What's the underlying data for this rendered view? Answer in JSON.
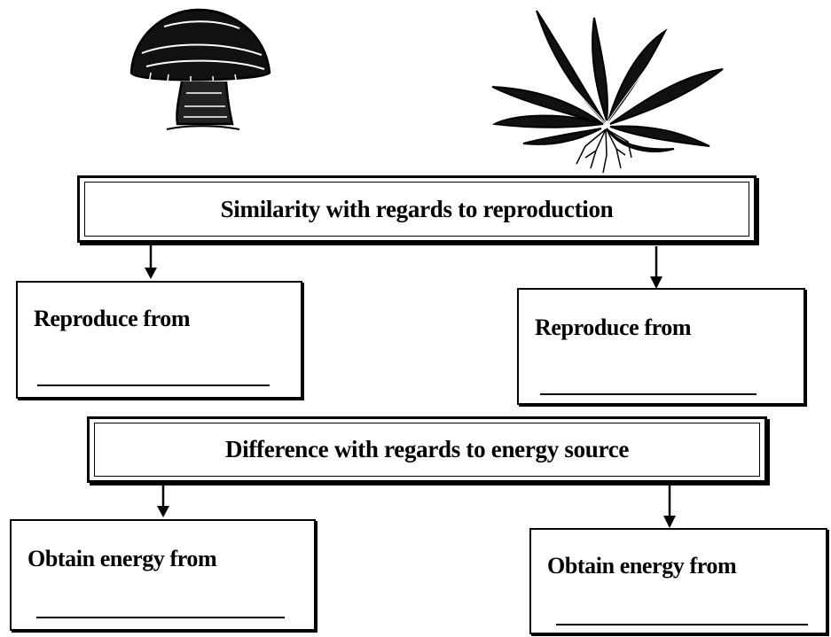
{
  "figure": {
    "left_organism_icon": "mushroom-icon",
    "right_organism_icon": "fern-plant-icon"
  },
  "similarity_heading": "Similarity with regards to reproduction",
  "reproduction": {
    "left_label": "Reproduce from",
    "right_label": "Reproduce from"
  },
  "difference_heading": "Difference with regards to energy source",
  "energy": {
    "left_label": "Obtain energy from",
    "right_label": "Obtain energy from"
  }
}
